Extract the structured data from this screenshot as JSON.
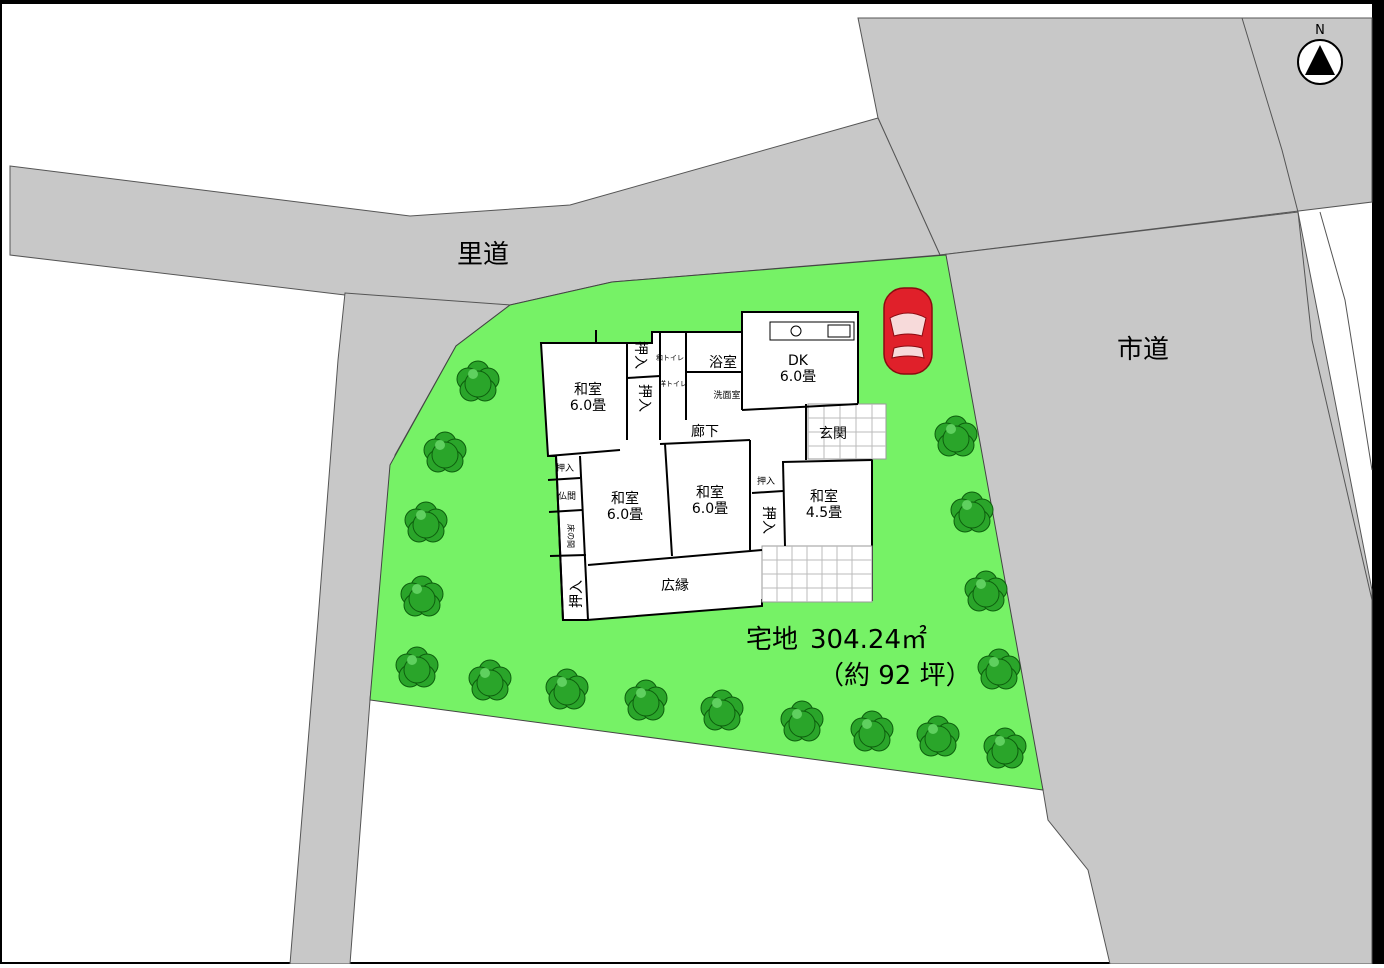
{
  "map": {
    "roads": {
      "satomichi_label": "里道",
      "shidou_label": "市道"
    },
    "lot": {
      "label_line1": "宅地",
      "area_value": "304.24",
      "area_unit": "㎡",
      "label_line2": "（約 92 坪）"
    },
    "north_label": "N",
    "rooms": {
      "washitsu_nw": [
        "和室",
        "6.0畳"
      ],
      "washitsu_center_left": [
        "和室",
        "6.0畳"
      ],
      "washitsu_center": [
        "和室",
        "6.0畳"
      ],
      "washitsu_east": [
        "和室",
        "4.5畳"
      ],
      "dk": [
        "DK",
        "6.0畳"
      ],
      "bath": "浴室",
      "wash": "洗面室",
      "toilet1": "和トイレ",
      "toilet2": "洋トイレ",
      "hallway": "廊下",
      "entrance": "玄関",
      "engawa": "広縁",
      "oshiire": "押入",
      "butsuma": "仏間",
      "tokonoma": "床の間"
    },
    "colors": {
      "road": "#c8c8c8",
      "lot_green": "#76f266",
      "tree": "#2aa52a",
      "car": "#e0202a"
    }
  }
}
